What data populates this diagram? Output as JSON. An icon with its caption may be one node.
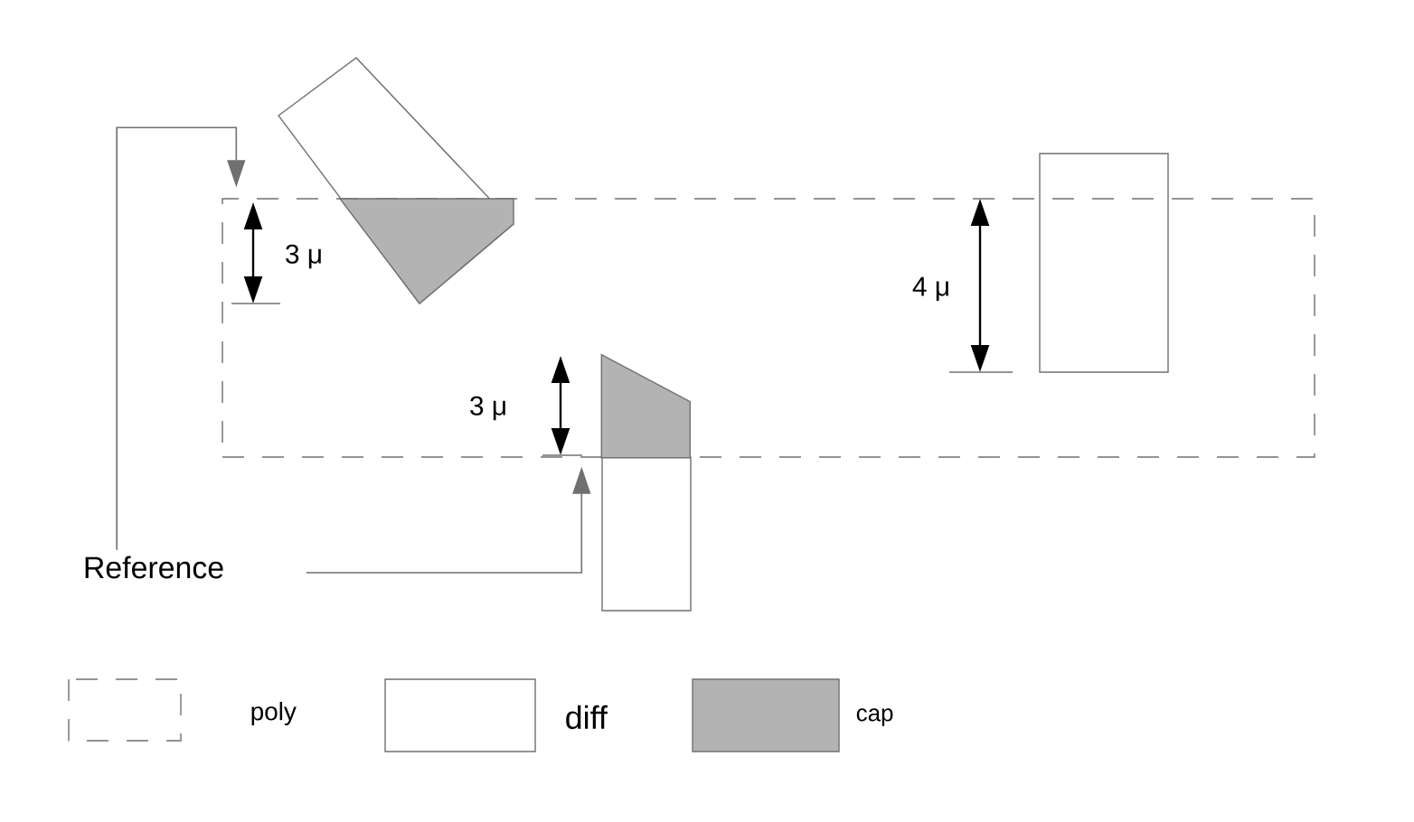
{
  "diagram": {
    "nodes": [
      {
        "text": [
          "Reference"
        ]
      },
      {
        "text": [],
        "shape": "box"
      },
      {
        "text": [],
        "shape": "box"
      },
      {
        "text": [],
        "shape": "polygon"
      },
      {
        "text": [],
        "shape": "box"
      },
      {
        "text": [],
        "shape": "polygon",
        "in": 1
      },
      {
        "text": [],
        "shape": "box"
      }
    ],
    "edges": [
      {
        "from": 0,
        "to": 1,
        "arrow": "to"
      },
      {
        "from": 0,
        "to": 1,
        "arrow": "to"
      }
    ],
    "labels": [
      "3 μ",
      "3 μ",
      "4 μ"
    ],
    "legend": [
      {
        "text": "poly"
      },
      {
        "text": "diff"
      },
      {
        "text": "cap",
        "color": "#b3b3b3"
      }
    ]
  }
}
